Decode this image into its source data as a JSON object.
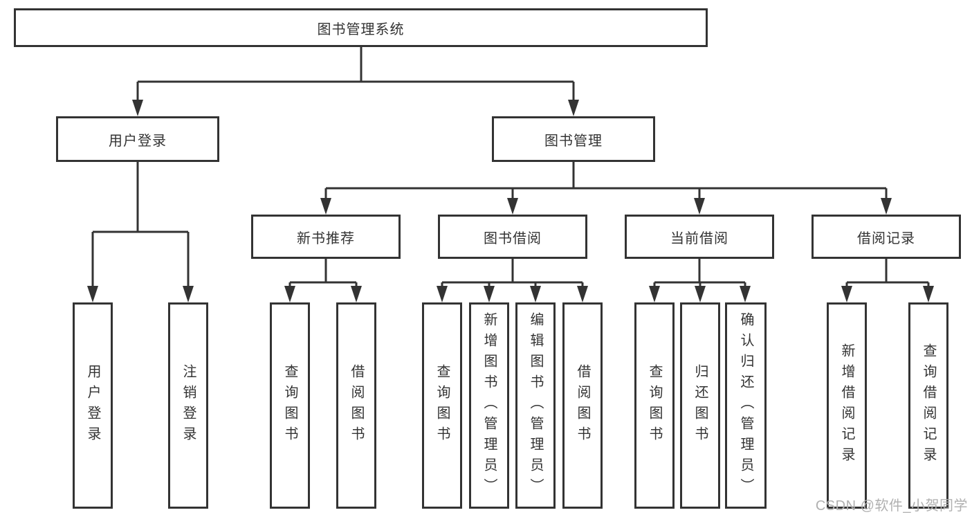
{
  "diagram": {
    "root": {
      "label": "图书管理系统"
    },
    "branches": [
      {
        "label": "用户登录",
        "children": [
          {
            "label": "用户登录"
          },
          {
            "label": "注销登录"
          }
        ]
      },
      {
        "label": "图书管理",
        "children": [
          {
            "label": "新书推荐",
            "children": [
              {
                "label": "查询图书"
              },
              {
                "label": "借阅图书"
              }
            ]
          },
          {
            "label": "图书借阅",
            "children": [
              {
                "label": "查询图书"
              },
              {
                "label": "新增图书（管理员）"
              },
              {
                "label": "编辑图书（管理员）"
              },
              {
                "label": "借阅图书"
              }
            ]
          },
          {
            "label": "当前借阅",
            "children": [
              {
                "label": "查询图书"
              },
              {
                "label": "归还图书"
              },
              {
                "label": "确认归还（管理员）"
              }
            ]
          },
          {
            "label": "借阅记录",
            "children": [
              {
                "label": "新增借阅记录"
              },
              {
                "label": "查询借阅记录"
              }
            ]
          }
        ]
      }
    ]
  },
  "watermark": {
    "text": "CSDN @软件_小贺同学"
  },
  "colors": {
    "line": "#333333",
    "text": "#333333",
    "watermark": "#b0b0b0",
    "background": "#ffffff"
  }
}
